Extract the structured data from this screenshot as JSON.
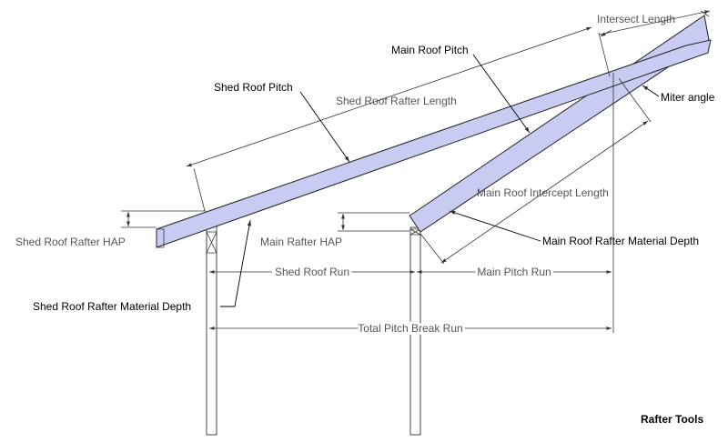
{
  "labels": {
    "intersect_length": "Intersect Length",
    "main_roof_pitch": "Main Roof Pitch",
    "shed_roof_pitch": "Shed Roof Pitch",
    "shed_roof_rafter_length": "Shed Roof Rafter Length",
    "miter_angle": "Miter angle",
    "main_roof_intercept_length": "Main Roof Intercept Length",
    "shed_roof_rafter_hap": "Shed Roof Rafter HAP",
    "main_rafter_hap": "Main Rafter HAP",
    "main_roof_rafter_material_depth": "Main Roof Rafter Material Depth",
    "shed_roof_run": "Shed Roof Run",
    "main_pitch_run": "Main Pitch Run",
    "shed_roof_rafter_material_depth": "Shed Roof Rafter Material Depth",
    "total_pitch_break_run": "Total Pitch Break Run",
    "brand": "Rafter Tools"
  },
  "colors": {
    "rafter_fill": "#c8cbf2",
    "outline": "#222222",
    "dimension_text": "#555555"
  }
}
